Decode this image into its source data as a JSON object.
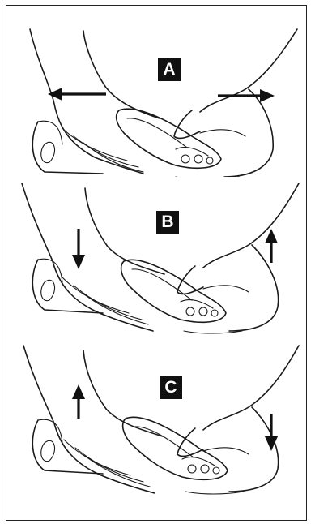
{
  "figure": {
    "panels": [
      {
        "label": "A",
        "motion": "apart-horizontal"
      },
      {
        "label": "B",
        "motion": "left-down-right-up"
      },
      {
        "label": "C",
        "motion": "left-up-right-down"
      }
    ]
  },
  "colors": {
    "ink": "#1a1a1a",
    "badge_bg": "#111111",
    "badge_text": "#ffffff",
    "background": "#ffffff"
  }
}
